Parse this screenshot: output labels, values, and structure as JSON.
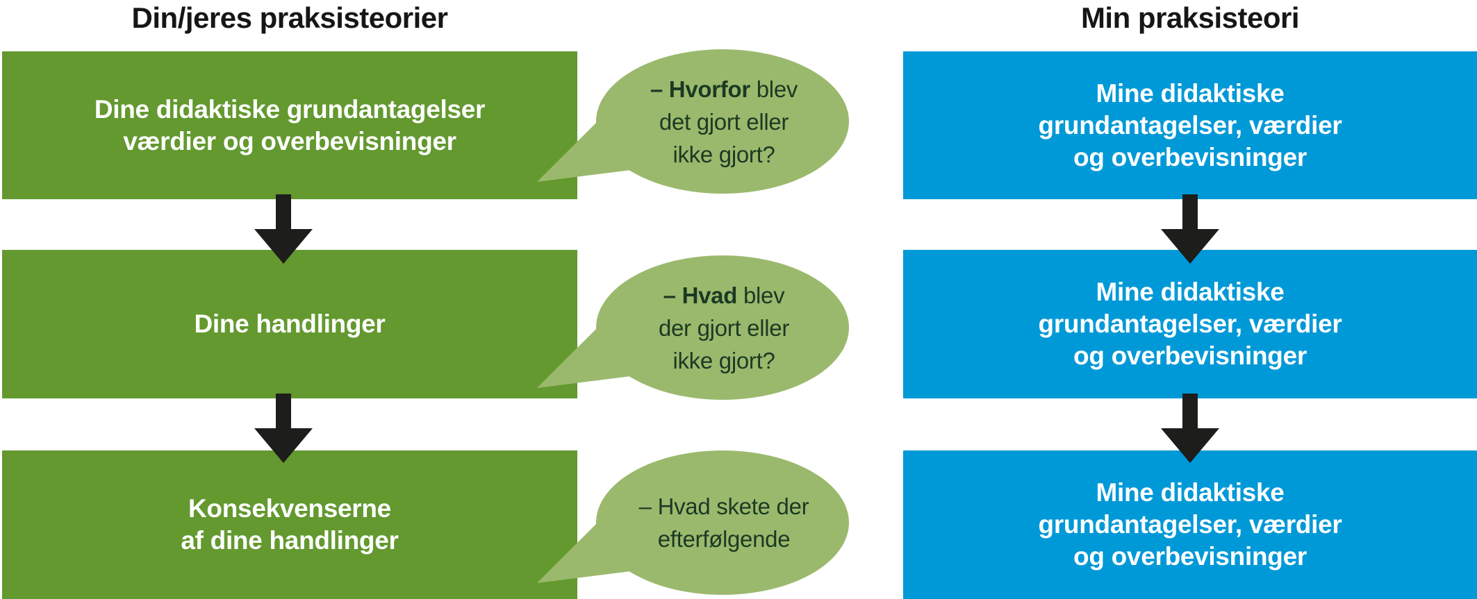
{
  "titles": {
    "left": "Din/jeres praksisteorier",
    "right": "Min praksisteori"
  },
  "colors": {
    "green": "#63992F",
    "light_green": "#9BB96D",
    "blue": "#0099D8",
    "arrow": "#1D1D1B",
    "bubble_text": "#1B3A23",
    "box_text": "#FFFFFF",
    "title_text": "#161616"
  },
  "left_column": {
    "boxes": [
      {
        "lines": [
          "Dine didaktiske grundantagelser",
          "værdier og overbevisninger"
        ]
      },
      {
        "lines": [
          "Dine handlinger"
        ]
      },
      {
        "lines": [
          "Konsekvenserne",
          "af dine handlinger"
        ]
      }
    ]
  },
  "right_column": {
    "boxes": [
      {
        "lines": [
          "Mine didaktiske",
          "grundantagelser, værdier",
          "og overbevisninger"
        ]
      },
      {
        "lines": [
          "Mine didaktiske",
          "grundantagelser, værdier",
          "og overbevisninger"
        ]
      },
      {
        "lines": [
          "Mine didaktiske",
          "grundantagelser, værdier",
          "og overbevisninger"
        ]
      }
    ]
  },
  "bubbles": [
    {
      "line1_bold": "– Hvorfor",
      "line1_rest": " blev",
      "line2": "det gjort eller",
      "line3": "ikke gjort?"
    },
    {
      "line1_bold": "– Hvad",
      "line1_rest": " blev",
      "line2": "der gjort eller",
      "line3": "ikke gjort?"
    },
    {
      "line1_bold": "",
      "line1_rest": "– Hvad skete der",
      "line2": "efterfølgende"
    }
  ]
}
